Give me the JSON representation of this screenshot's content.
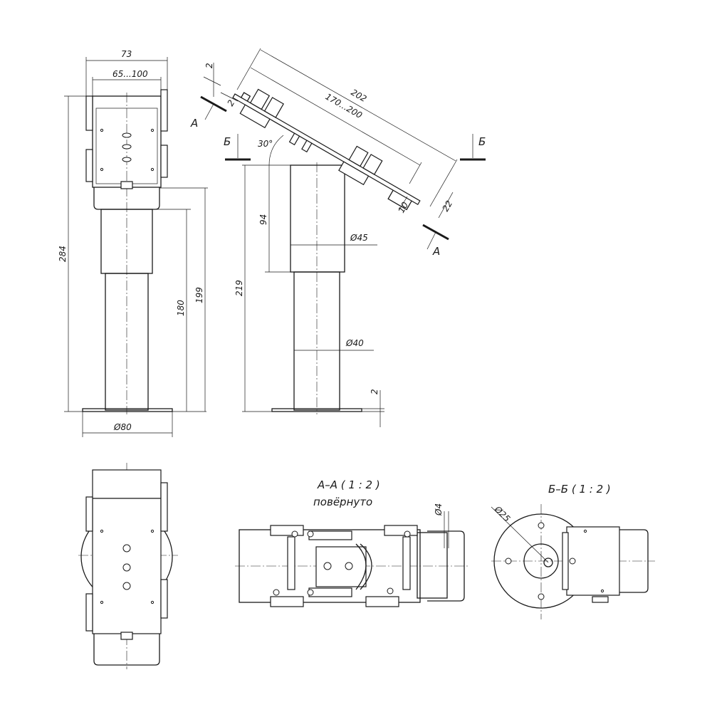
{
  "front_view": {
    "width_overall": "73",
    "width_range": "65...100",
    "height_overall": "284",
    "height_tube": "180",
    "height_to_bracket": "199",
    "base_diameter": "Ø80"
  },
  "side_view": {
    "gap_top": "2",
    "plate_thickness": "2",
    "length_overall": "202",
    "length_range": "170...200",
    "angle": "30°",
    "offset_94": "94",
    "height_219": "219",
    "tube_upper_diameter": "Ø45",
    "tube_lower_diameter": "Ø40",
    "base_thickness": "2",
    "depth_10": "10",
    "depth_22": "22"
  },
  "section_marks": {
    "a": "А",
    "b": "Б"
  },
  "section_aa": {
    "title": "А–А ( 1 : 2 )",
    "note": "повёрнуто",
    "hole_diameter": "Ø4"
  },
  "section_bb": {
    "title": "Б–Б ( 1 : 2 )",
    "flange_diameter": "Ø25"
  },
  "colors": {
    "line": "#1a1a1a",
    "background": "#ffffff"
  }
}
